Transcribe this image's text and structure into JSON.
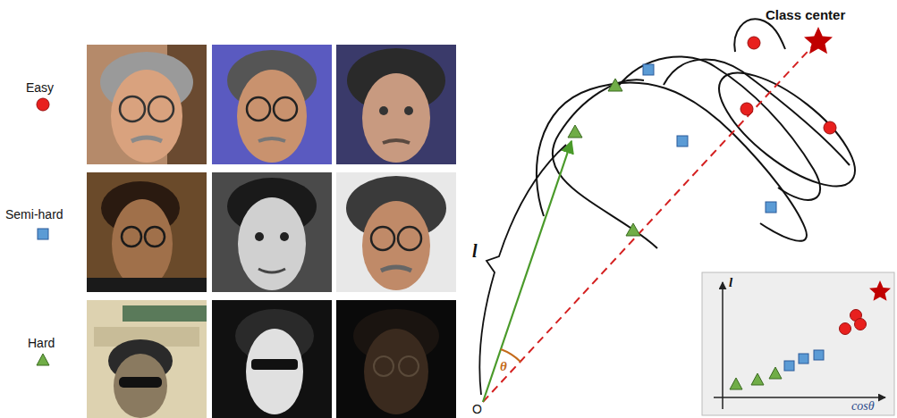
{
  "diagram": {
    "labels": [
      "Easy",
      "Semi-hard",
      "Hard",
      "Class center",
      "l",
      "θ",
      "O",
      "l",
      "cosθ"
    ]
  }
}
